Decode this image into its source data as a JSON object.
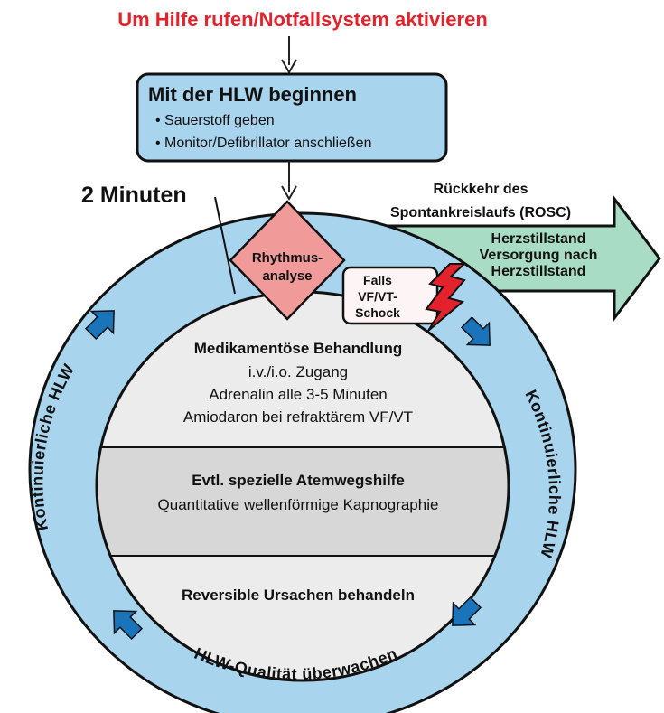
{
  "colors": {
    "alarm_red": "#e3222b",
    "ring_blue": "#a9d4ee",
    "box_blue": "#a9d4ee",
    "arrow_blue": "#1a74bc",
    "diamond_pink": "#f19a9a",
    "rosc_green": "#a9dcc4",
    "inner_light": "#ececec",
    "inner_mid": "#d7d7d7"
  },
  "top_call": "Um Hilfe rufen/Notfallsystem aktivieren",
  "start_box": {
    "title": "Mit der HLW beginnen",
    "items": [
      "• Sauerstoff geben",
      "• Monitor/Defibrillator anschließen"
    ]
  },
  "two_minutes": "2 Minuten",
  "rhythm": {
    "line1": "Rhythmus-",
    "line2": "analyse"
  },
  "rosc": {
    "heading_line1": "Rückkehr des",
    "heading_line2": "Spontankreislaufs (ROSC)",
    "arrow_line1": "Herzstillstand",
    "arrow_line2": "Versorgung nach",
    "arrow_line3": "Herzstillstand"
  },
  "shock": {
    "line1": "Falls",
    "line2": "VF/VT-",
    "line3": "Schock",
    "icon": "lightning-bolt-icon"
  },
  "ring": {
    "left_label": "Kontinuierliche HLW",
    "right_label": "Kontinuierliche HLW",
    "bottom_label": "HLW-Qualität überwachen"
  },
  "sections": [
    {
      "title": "Medikamentöse Behandlung",
      "lines": [
        "i.v./i.o. Zugang",
        "Adrenalin alle 3-5 Minuten",
        "Amiodaron bei refraktärem VF/VT"
      ]
    },
    {
      "title": "Evtl. spezielle Atemwegshilfe",
      "lines": [
        "Quantitative wellenförmige Kapnographie"
      ]
    },
    {
      "title": "Reversible Ursachen behandeln",
      "lines": []
    }
  ]
}
